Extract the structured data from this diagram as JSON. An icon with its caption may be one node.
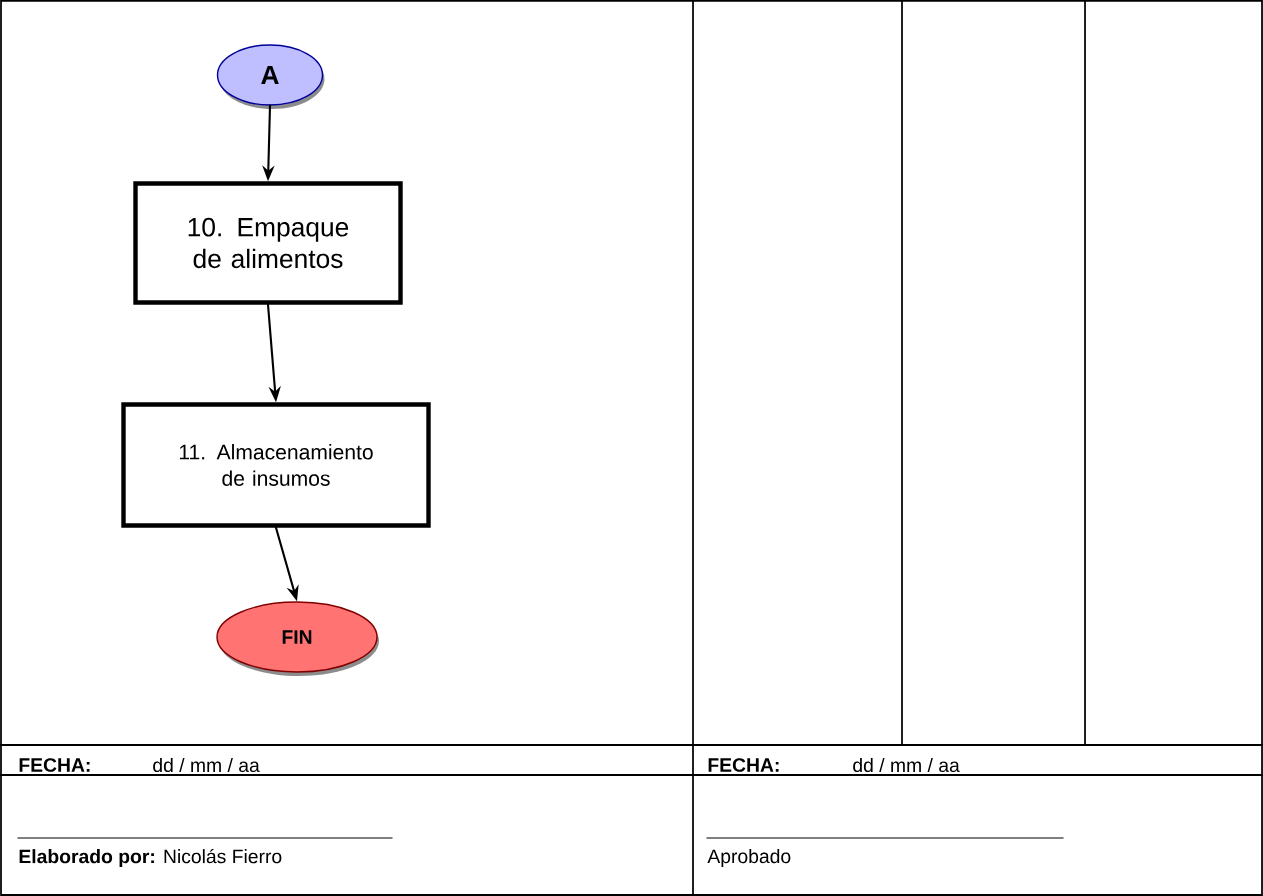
{
  "diagram": {
    "nodes": [
      {
        "text": [
          "A"
        ]
      },
      {
        "text": [
          "10. Empaque de alimentos"
        ]
      },
      {
        "text": [
          "11. Almacenamiento de insumos"
        ]
      },
      {
        "text": [
          "FIN"
        ]
      }
    ],
    "edges": [
      {
        "from": 0,
        "to": 1,
        "arrow": "to"
      },
      {
        "from": 1,
        "to": 2,
        "arrow": "to"
      },
      {
        "from": 2,
        "to": 3,
        "arrow": "to"
      }
    ],
    "labels": [
      "FECHA:",
      "dd /  mm  / aa",
      "FECHA:",
      "dd / mm / aa",
      "**Elaborado por:** Nicolás Fierro",
      "Aprobado"
    ]
  }
}
